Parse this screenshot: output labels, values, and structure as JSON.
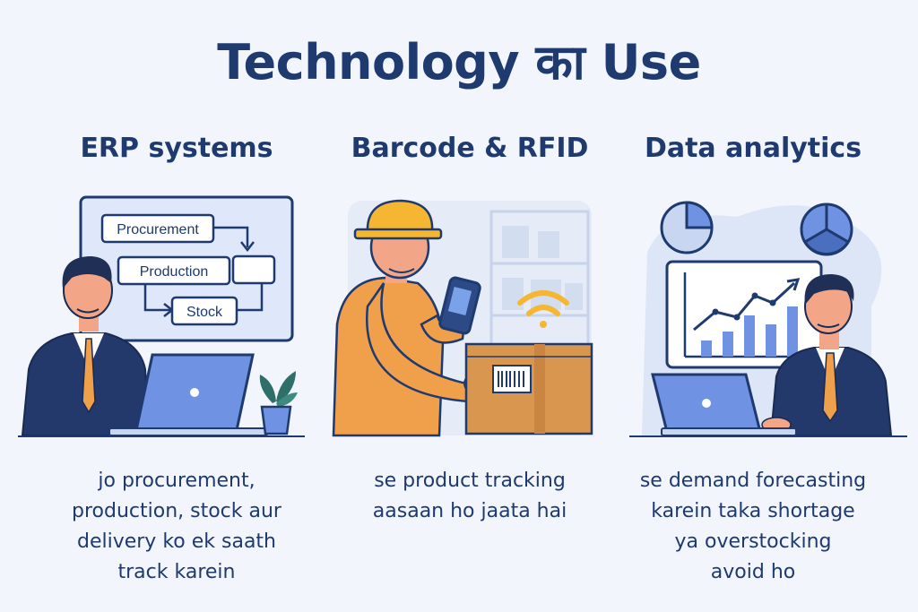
{
  "title": "Technology का Use",
  "columns": [
    {
      "heading": "ERP systems",
      "flow": {
        "procurement": "Procurement",
        "production": "Production",
        "stock": "Stock"
      },
      "caption": [
        "jo procurement,",
        "production, stock aur",
        "delivery ko ek saath",
        "track karein"
      ]
    },
    {
      "heading": "Barcode & RFID",
      "caption": [
        "se product tracking",
        "aasaan ho jaata hai"
      ]
    },
    {
      "heading": "Data analytics",
      "caption": [
        "se demand forecasting",
        "karein taka shortage",
        "ya overstocking",
        "avoid ho"
      ]
    }
  ],
  "colors": {
    "navy": "#1e3a6e",
    "blue": "#6f93e2",
    "orange": "#f0a04a",
    "yellow": "#f5b731",
    "box": "#d8964f"
  }
}
